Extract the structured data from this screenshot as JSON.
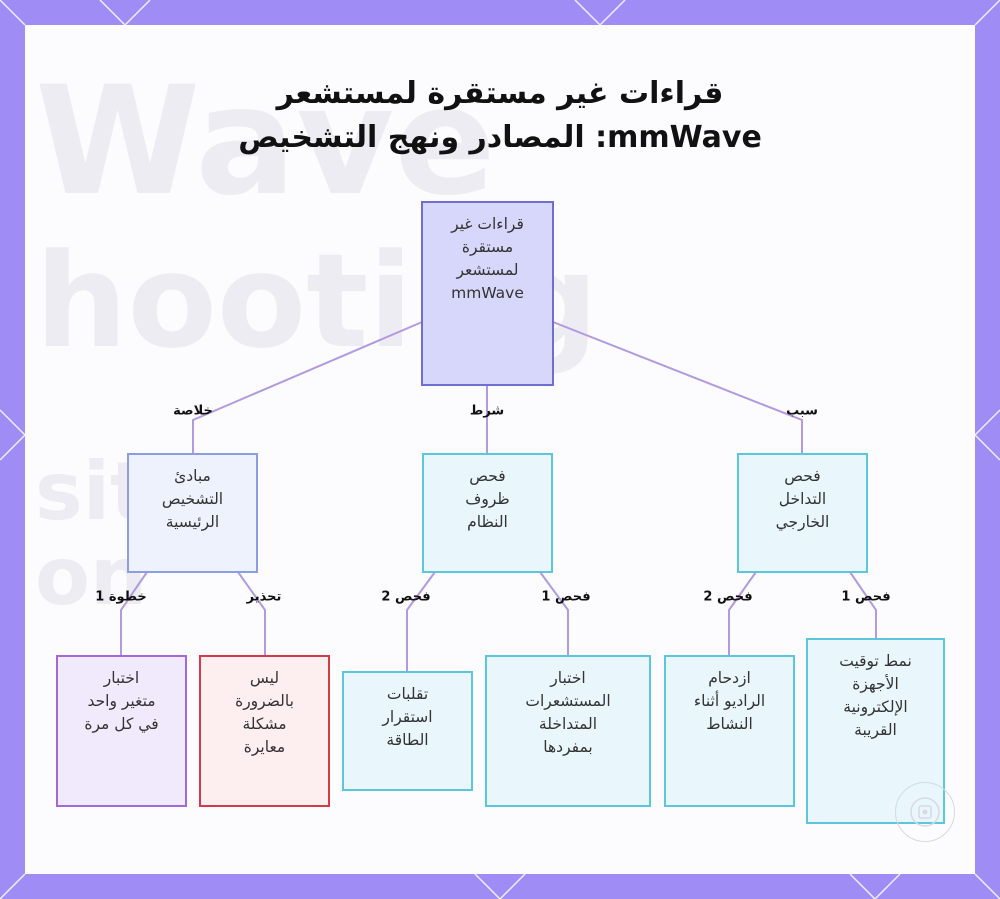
{
  "title": {
    "line1": "قراءات غير مستقرة لمستشعر",
    "line2": "mmWave: المصادر ونهج التشخيص"
  },
  "nodes": {
    "root": "قراءات غير\nمستقرة\nلمستشعر\nmmWave",
    "external": "فحص\nالتداخل\nالخارجي",
    "system": "فحص\nظروف\nالنظام",
    "principles": "مبادئ\nالتشخيص\nالرئيسية",
    "electronics_timing": "نمط توقيت\nالأجهزة\nالإلكترونية\nالقريبة",
    "radio_congestion": "ازدحام\nالراديو أثناء\nالنشاط",
    "test_sensors": "اختبار\nالمستشعرات\nالمتداخلة\nبمفردها",
    "power_fluctuations": "تقلبات\nاستقرار\nالطاقة",
    "not_calibration": "ليس\nبالضرورة\nمشكلة\nمعايرة",
    "one_variable": "اختبار\nمتغير واحد\nفي كل مرة"
  },
  "edge_labels": {
    "cause": "سبب",
    "condition": "شرط",
    "summary": "خلاصة",
    "check1_ext": "فحص 1",
    "check2_ext": "فحص 2",
    "check1_sys": "فحص 1",
    "check2_sys": "فحص 2",
    "warning": "تحذير",
    "step1": "خطوة 1"
  },
  "background_text": [
    "Wave",
    "hooting",
    "siti",
    "on"
  ],
  "colors": {
    "frame": "#a08cf5",
    "root_fill": "#d7d7fb",
    "root_border": "#6f6fcf",
    "cyan_border": "#5cc7dc",
    "purple_border": "#a469d8",
    "red_border": "#d33b4b",
    "link": "#b39ae0"
  }
}
